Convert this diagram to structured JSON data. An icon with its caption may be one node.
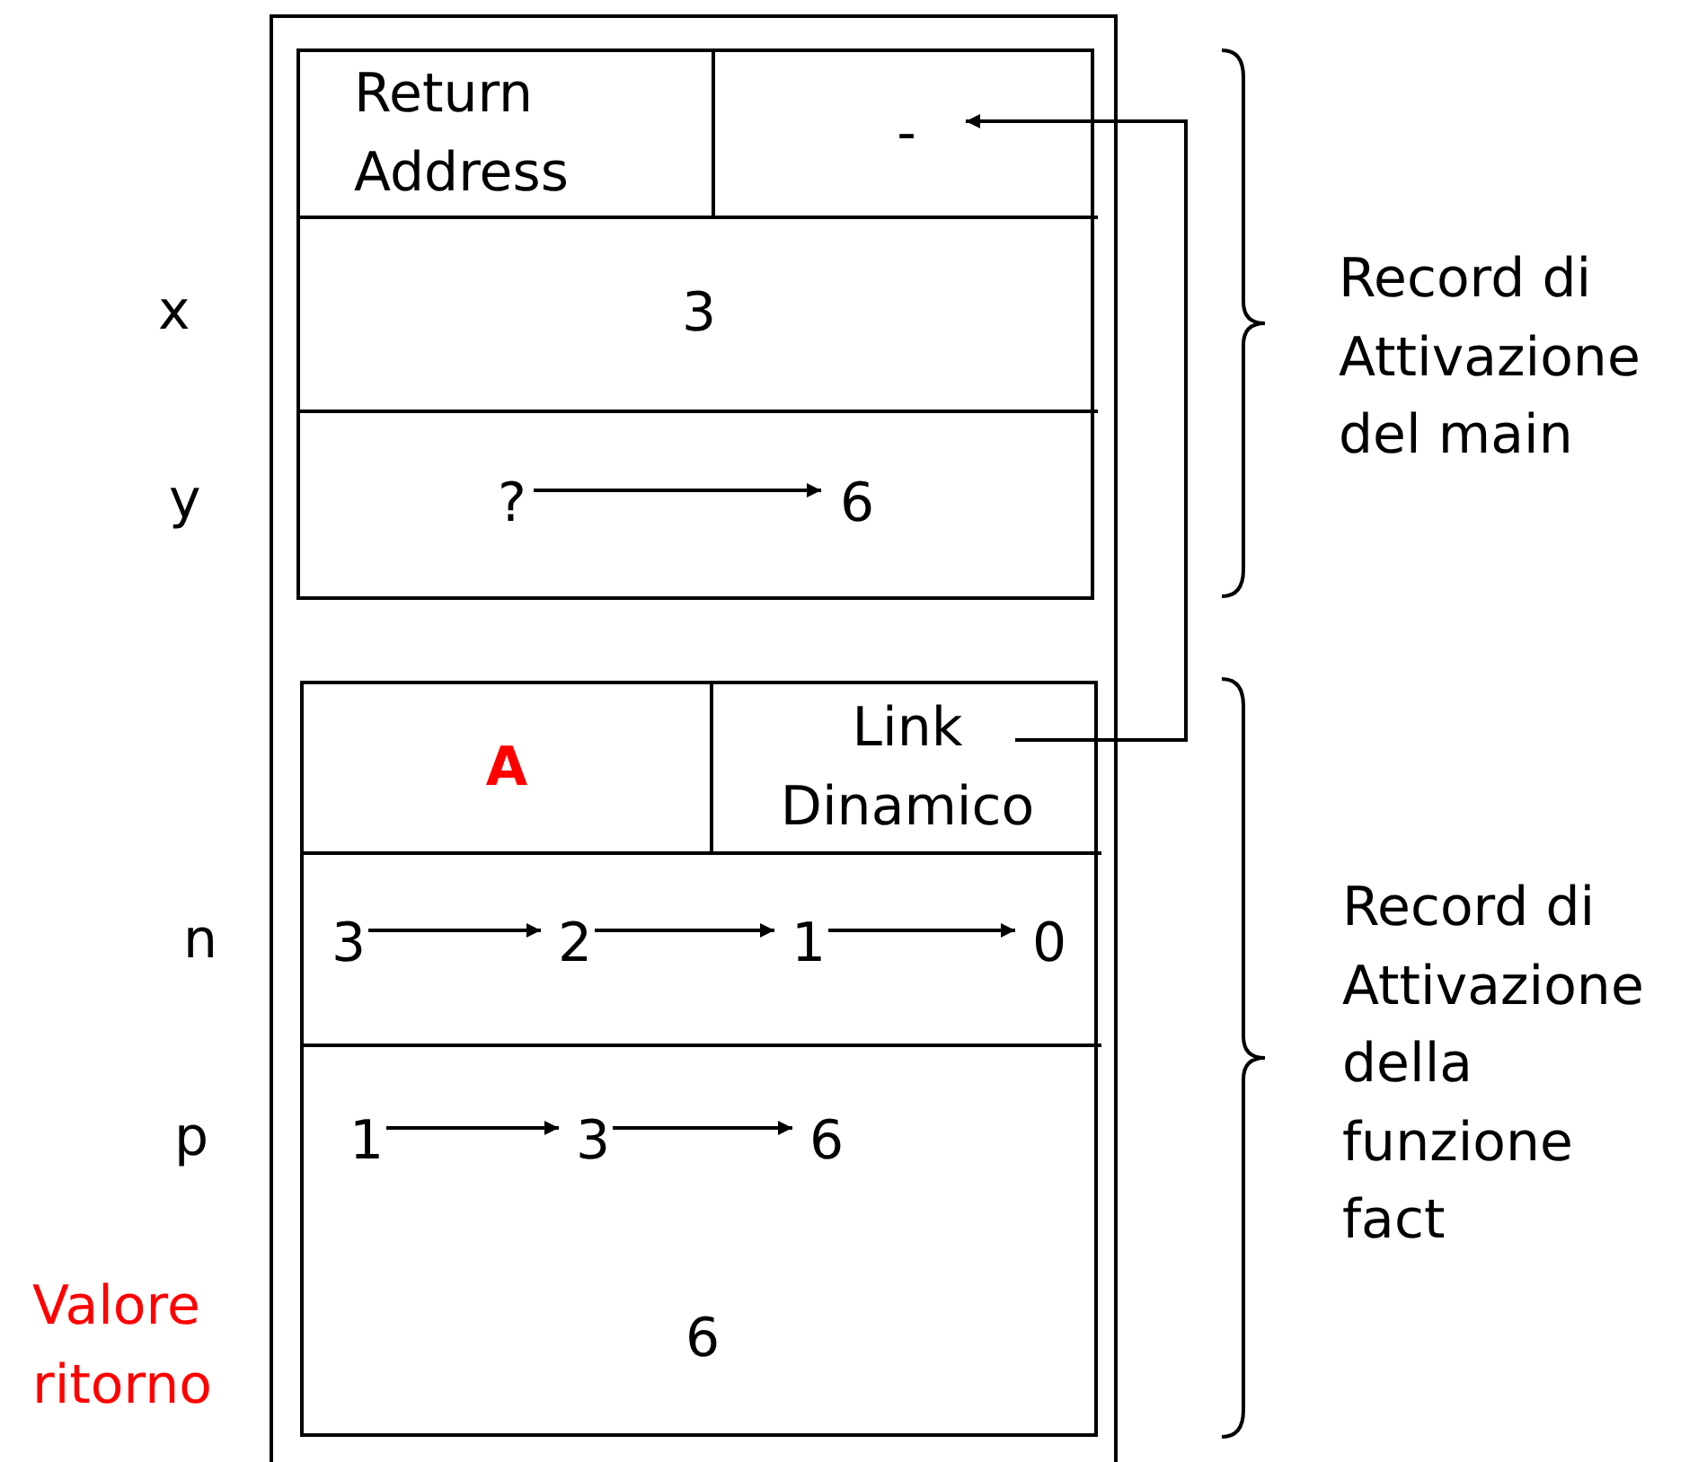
{
  "diagram": {
    "nodes": [
      {
        "text": [],
        "shape": "box"
      },
      {
        "text": [],
        "shape": "box",
        "in": 0
      },
      {
        "text": [
          "Return Address"
        ],
        "in": 1
      },
      {
        "text": [
          "-"
        ],
        "in": 1
      },
      {
        "text": [
          "3"
        ],
        "in": 1
      },
      {
        "text": [],
        "shape": "box",
        "in": 1
      },
      {
        "text": [
          "?"
        ],
        "in": 5
      },
      {
        "text": [
          "6"
        ],
        "in": 5
      },
      {
        "text": [],
        "shape": "box",
        "in": 0
      },
      {
        "text": [
          "A"
        ],
        "in": 8
      },
      {
        "text": [
          "Link Dinamico"
        ],
        "in": 8
      },
      {
        "text": [],
        "shape": "box",
        "in": 8
      },
      {
        "text": [
          "3"
        ],
        "in": 11
      },
      {
        "text": [
          "2"
        ],
        "in": 11
      },
      {
        "text": [
          "1"
        ],
        "in": 11
      },
      {
        "text": [
          "0"
        ],
        "in": 11
      },
      {
        "text": [],
        "shape": "box",
        "in": 8
      },
      {
        "text": [
          "1"
        ],
        "in": 16
      },
      {
        "text": [
          "3"
        ],
        "in": 16
      },
      {
        "text": [
          "6"
        ],
        "in": 16
      },
      {
        "text": [
          "6"
        ],
        "in": 8
      }
    ],
    "edges": [
      {
        "from": 10,
        "to": 3,
        "arrow": "to"
      },
      {
        "from": 6,
        "to": 7,
        "arrow": "to"
      },
      {
        "from": 12,
        "to": 13,
        "arrow": "to"
      },
      {
        "from": 13,
        "to": 14,
        "arrow": "to"
      },
      {
        "from": 14,
        "to": 15,
        "arrow": "to"
      },
      {
        "from": 17,
        "to": 18,
        "arrow": "to"
      },
      {
        "from": 18,
        "to": 19,
        "arrow": "to"
      }
    ],
    "labels": [
      "x",
      "y",
      "n",
      "p",
      "Valore ritorno",
      "Record di Attivazione del main",
      "Record di Attivazione della funzione fact"
    ]
  }
}
